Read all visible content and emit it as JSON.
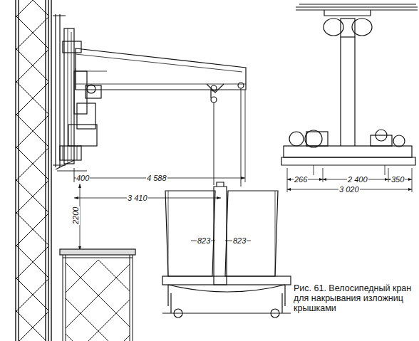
{
  "diagram": {
    "caption": "Рис. 61. Велосипедный кран для накрывания изложниц крышками",
    "labels": [
      "400",
      "4 588",
      "3 410",
      "2200",
      "823",
      "823",
      "266",
      "2 400",
      "350",
      "3 020"
    ]
  }
}
